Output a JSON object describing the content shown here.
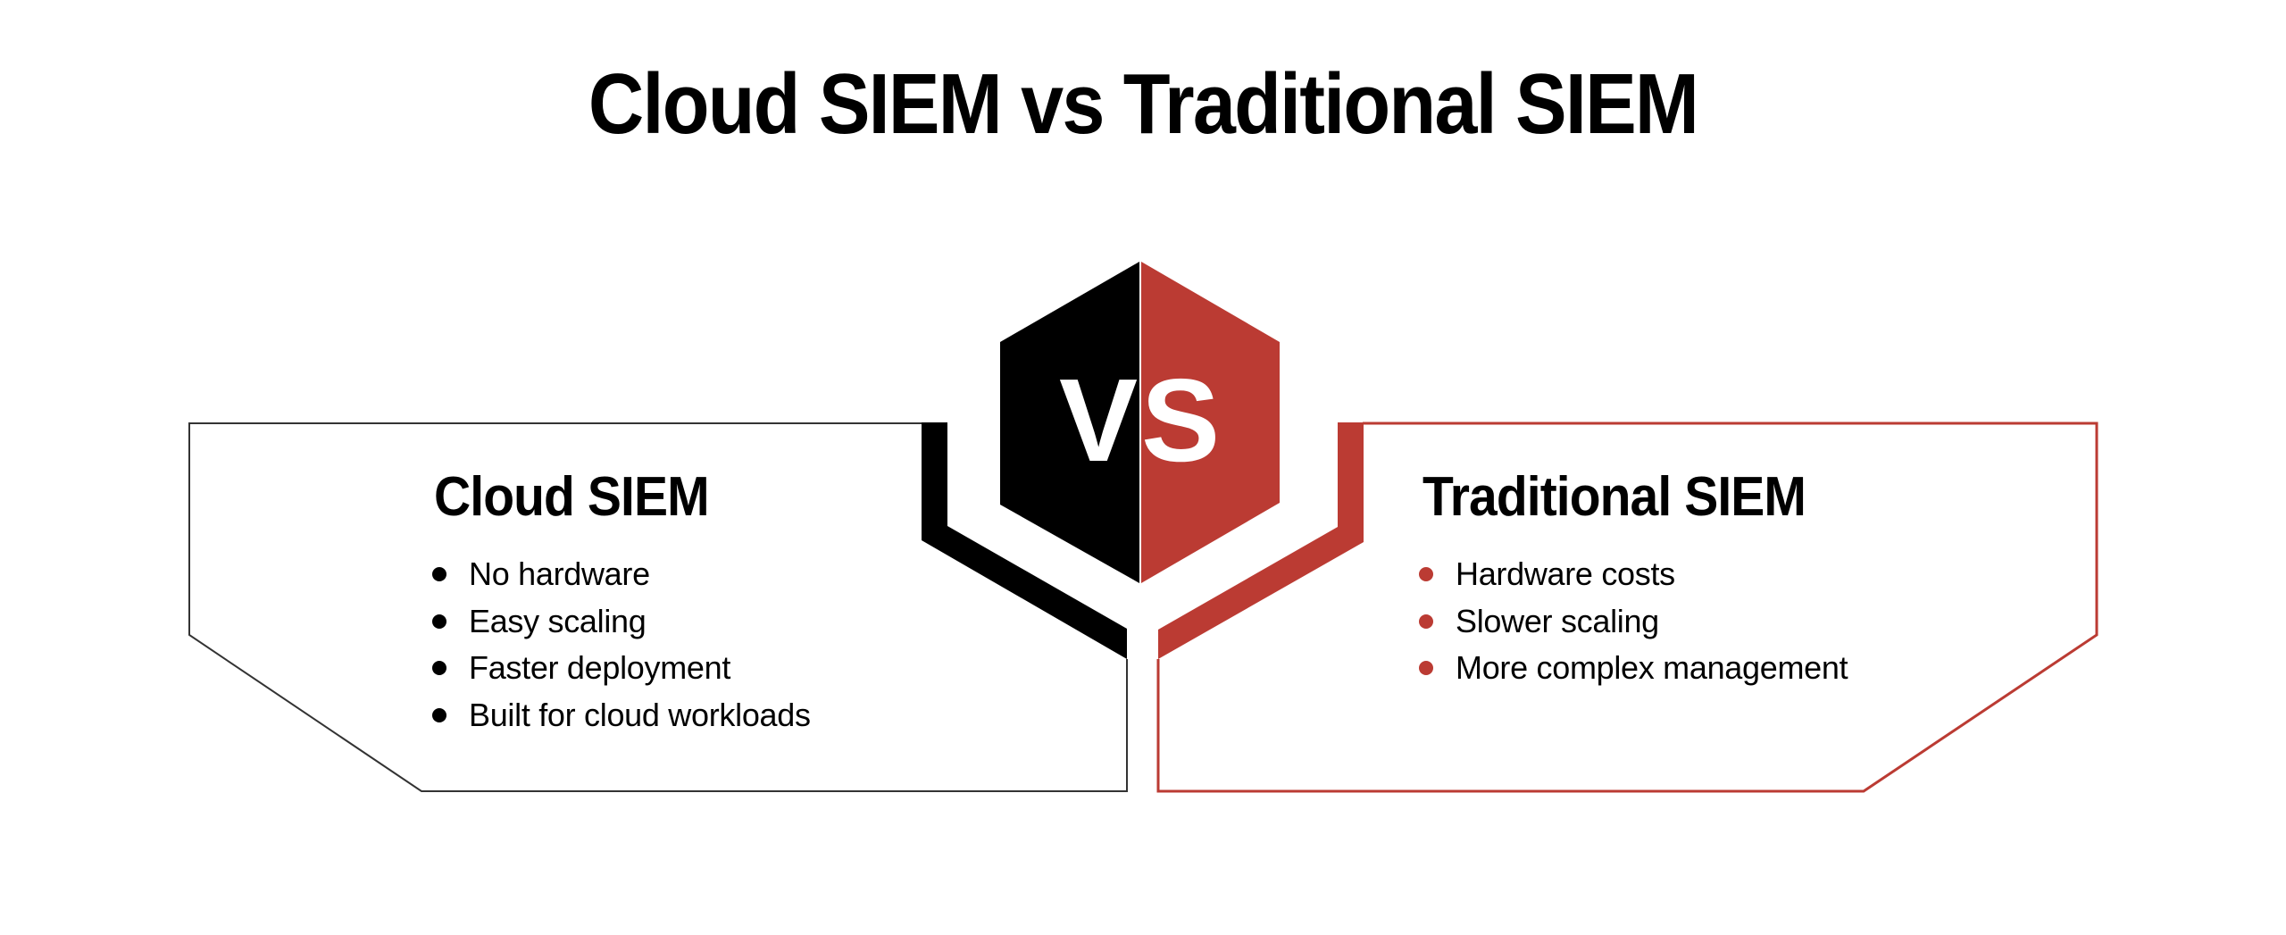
{
  "title": "Cloud SIEM vs Traditional SIEM",
  "vs_label": "VS",
  "colors": {
    "primary_dark": "#000000",
    "accent_red": "#bb3b33",
    "left_border": "#333333",
    "background": "#ffffff"
  },
  "left_card": {
    "heading": "Cloud SIEM",
    "bullet_color": "#000000",
    "items": [
      "No hardware",
      "Easy scaling",
      "Faster deployment",
      "Built for cloud workloads"
    ]
  },
  "right_card": {
    "heading": "Traditional SIEM",
    "bullet_color": "#bb3b33",
    "items": [
      "Hardware costs",
      "Slower scaling",
      "More complex management"
    ]
  }
}
